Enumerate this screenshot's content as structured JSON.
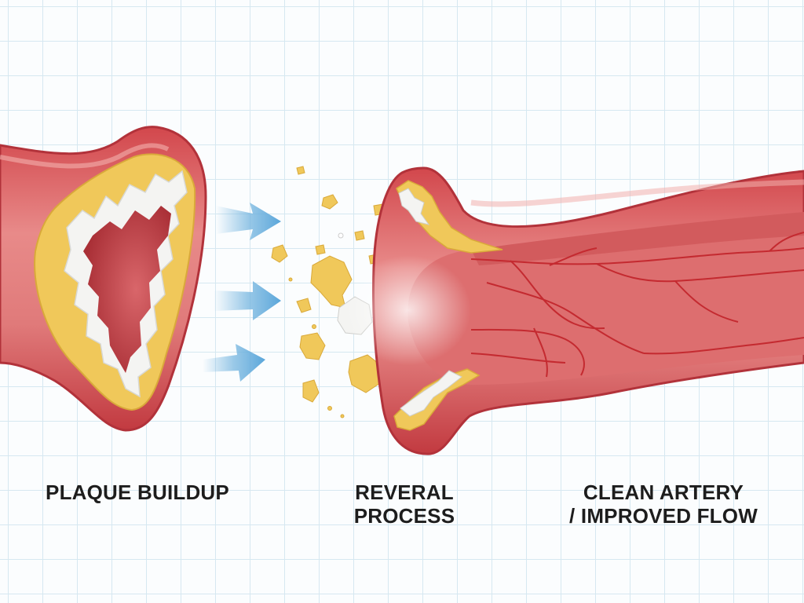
{
  "captions": {
    "left": [
      "PLAQUE BUILDUP"
    ],
    "middle": [
      "REVERAL",
      "PROCESS"
    ],
    "right": [
      "CLEAN ARTERY",
      "/ IMPROVED FLOW"
    ]
  },
  "colors": {
    "artery_outer": "#c8343c",
    "artery_light": "#e8898a",
    "artery_inner": "#b5383e",
    "plaque_yellow": "#f0c85a",
    "plaque_white": "#f4f4f2",
    "flow_arrow": "#6fb2de",
    "grid_line": "#d6e8f1",
    "caption_text": "#1d1d1d"
  },
  "icons": [
    "flow-arrow-icon"
  ]
}
